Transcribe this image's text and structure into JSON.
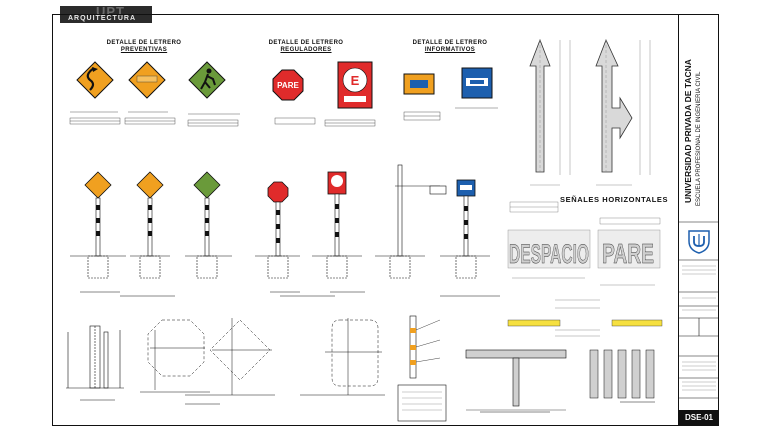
{
  "tab": {
    "logo": "UPT",
    "label": "ARQUITECTURA"
  },
  "titles": {
    "preventivas": [
      "DETALLE DE LETRERO",
      "PREVENTIVAS"
    ],
    "reguladores": [
      "DETALLE DE LETRERO",
      "REGULADORES"
    ],
    "informativos": [
      "DETALLE DE LETRERO",
      "INFORMATIVOS"
    ],
    "horizontales": "SEÑALES HORIZONTALES",
    "despacio": "DESPACIO",
    "pare": "PARE"
  },
  "sign_texts": {
    "pare": "PARE",
    "e_sign": "E"
  },
  "title_block": {
    "university": "UNIVERSIDAD PRIVADA DE TACNA",
    "school": "ESCUELA PROFESIONAL DE INGENIERIA CIVIL",
    "sheet": "DSE-01"
  },
  "colors": {
    "sign_yellow": "#f0a020",
    "sign_green": "#6a9a3a",
    "sign_red": "#e02b2b",
    "sign_blue": "#1d5fae",
    "road_yellow": "#f6e040"
  }
}
